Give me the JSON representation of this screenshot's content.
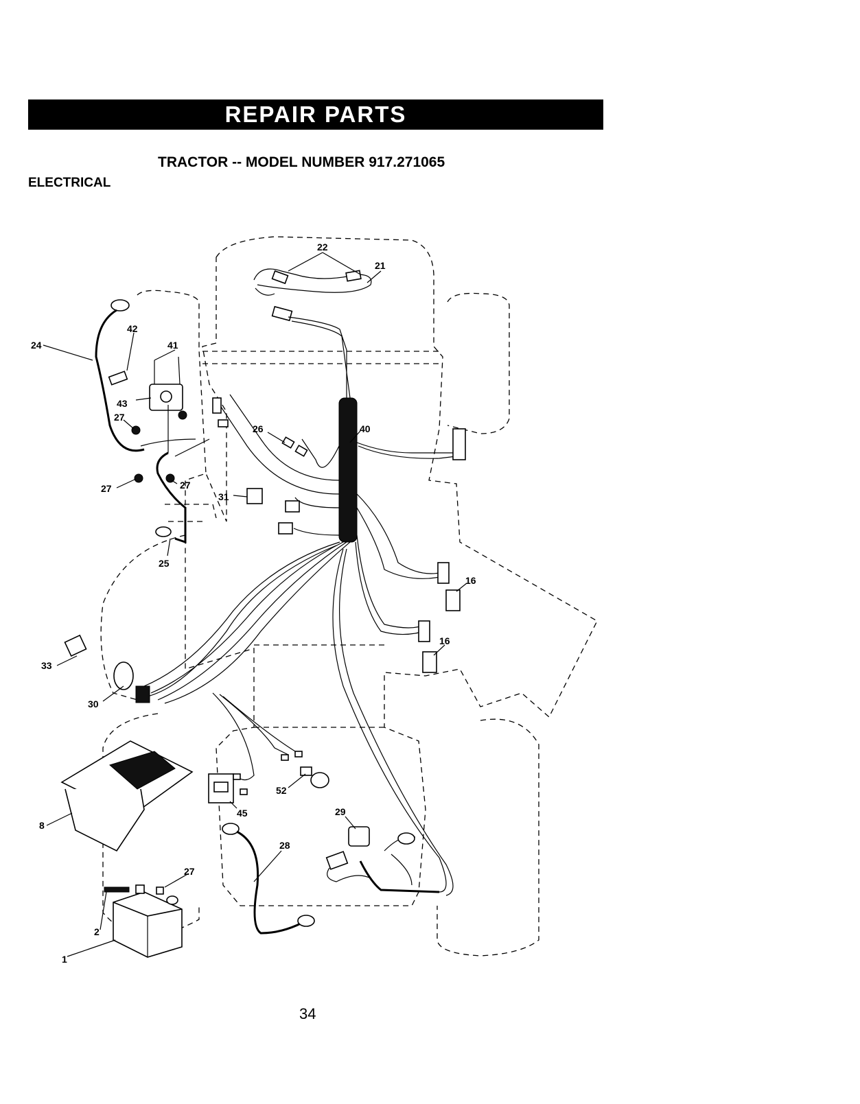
{
  "header": {
    "banner": "REPAIR PARTS"
  },
  "title": {
    "text": "TRACTOR -- MODEL NUMBER 917.271065"
  },
  "section": {
    "label": "ELECTRICAL"
  },
  "footer": {
    "page_number": "34"
  },
  "callouts": [
    "22",
    "21",
    "24",
    "42",
    "41",
    "43",
    "27",
    "26",
    "40",
    "27",
    "27",
    "31",
    "25",
    "16",
    "16",
    "33",
    "30",
    "8",
    "45",
    "52",
    "29",
    "28",
    "27",
    "2",
    "1"
  ]
}
